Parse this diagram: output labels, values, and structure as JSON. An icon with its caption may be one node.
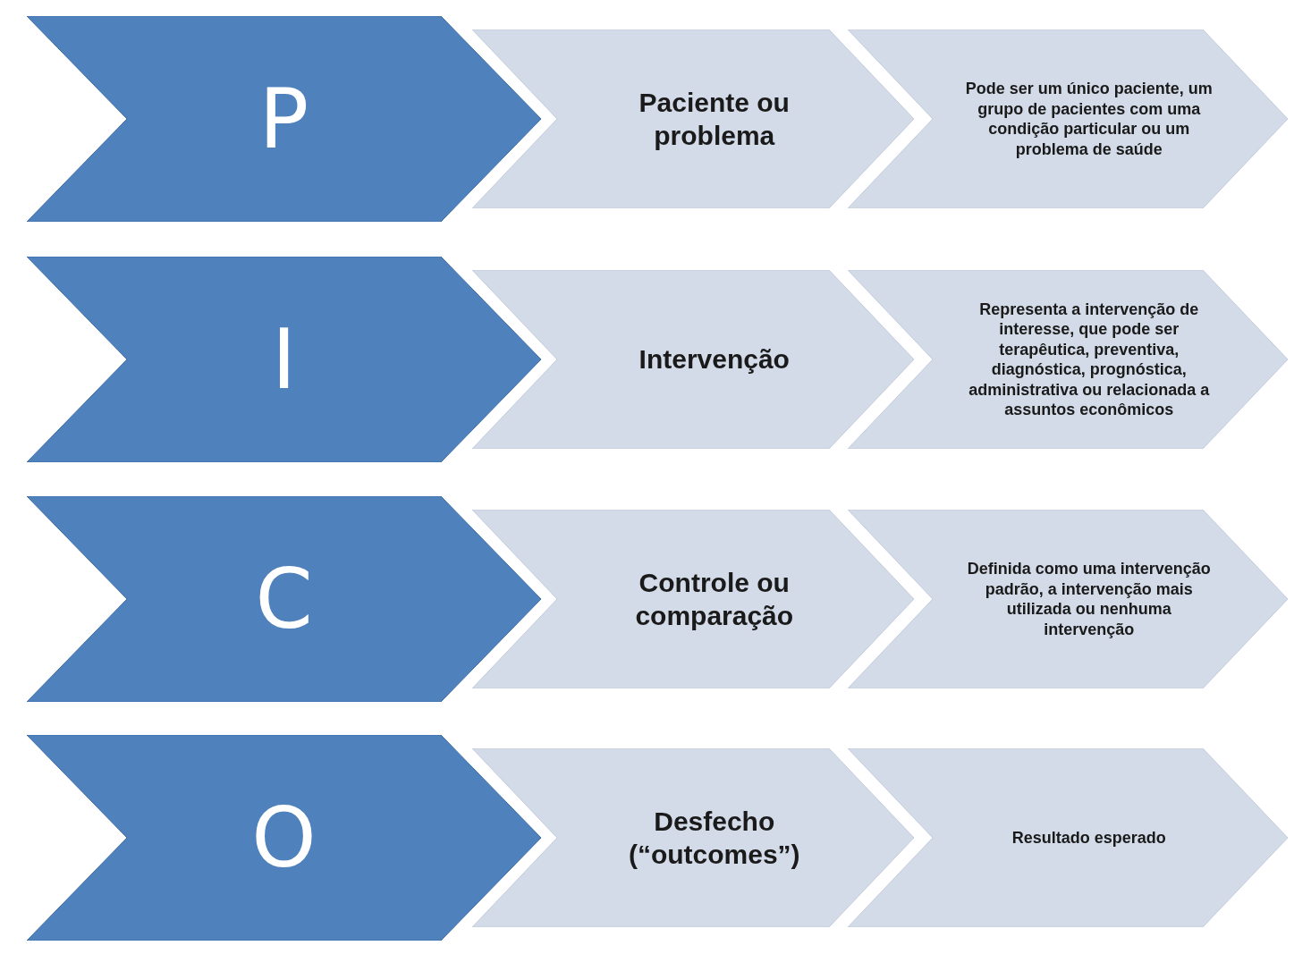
{
  "diagram": {
    "nodes": [
      {
        "text": [
          "P"
        ]
      },
      {
        "text": [
          "Paciente ou problema"
        ]
      },
      {
        "text": [
          "Pode ser um único paciente, um grupo de pacientes com uma condição particular ou um problema de saúde"
        ]
      },
      {
        "text": [
          "I"
        ]
      },
      {
        "text": [
          "Intervenção"
        ]
      },
      {
        "text": [
          "Representa a intervenção de interesse, que pode ser terapêutica, preventiva, diagnóstica, prognóstica, administrativa ou relacionada a assuntos econômicos"
        ]
      },
      {
        "text": [
          "C"
        ]
      },
      {
        "text": [
          "Controle ou comparação"
        ]
      },
      {
        "text": [
          "Definida como uma intervenção padrão, a intervenção mais utilizada ou nenhuma intervenção"
        ]
      },
      {
        "text": [
          "O"
        ]
      },
      {
        "text": [
          "Desfecho (“outcomes”)"
        ]
      },
      {
        "text": [
          "Resultado esperado"
        ]
      }
    ]
  }
}
